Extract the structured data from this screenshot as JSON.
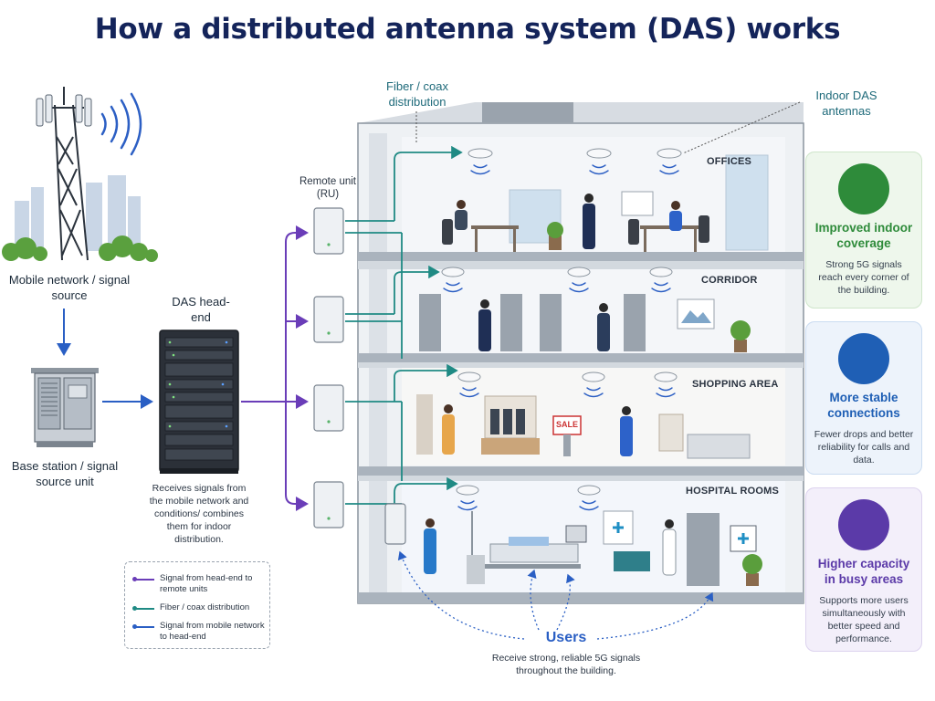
{
  "title": "How a distributed antenna system (DAS) works",
  "source": {
    "label": "Mobile network / signal source"
  },
  "base_station": {
    "label": "Base station / signal source unit"
  },
  "headend": {
    "label": "DAS head-end",
    "description": "Receives signals from the mobile network and conditions/ combines them for indoor distribution."
  },
  "remote_unit": {
    "label": "Remote unit (RU)"
  },
  "fiber": {
    "label": "Fiber / coax distribution"
  },
  "antennas": {
    "label": "Indoor DAS antennas"
  },
  "floors": [
    "OFFICES",
    "CORRIDOR",
    "SHOPPING AREA",
    "HOSPITAL ROOMS"
  ],
  "sale_sign": "SALE",
  "users": {
    "label": "Users",
    "description": "Receive strong, reliable 5G signals throughout the building."
  },
  "legend": [
    {
      "text": "Signal from head-end to remote units",
      "color": "#6a3db8"
    },
    {
      "text": "Fiber / coax distribution",
      "color": "#1f8a84"
    },
    {
      "text": "Signal from mobile network to head-end",
      "color": "#2a5fc4"
    }
  ],
  "benefits": [
    {
      "title": "Improved indoor coverage",
      "description": "Strong 5G signals reach every corner of the building.",
      "icon": "signal-bars-icon",
      "color": "#2e8b3a",
      "bg": "#eef7ec",
      "border": "#cfe6cb"
    },
    {
      "title": "More stable connections",
      "description": "Fewer drops and better reliability for calls and data.",
      "icon": "link-icon",
      "color": "#1f5fb5",
      "bg": "#edf3fb",
      "border": "#cbdcf1"
    },
    {
      "title": "Higher capacity in busy areas",
      "description": "Supports more users simultaneously with better speed and performance.",
      "icon": "users-icon",
      "color": "#5b3aa8",
      "bg": "#f3effa",
      "border": "#ddd3ef"
    }
  ]
}
